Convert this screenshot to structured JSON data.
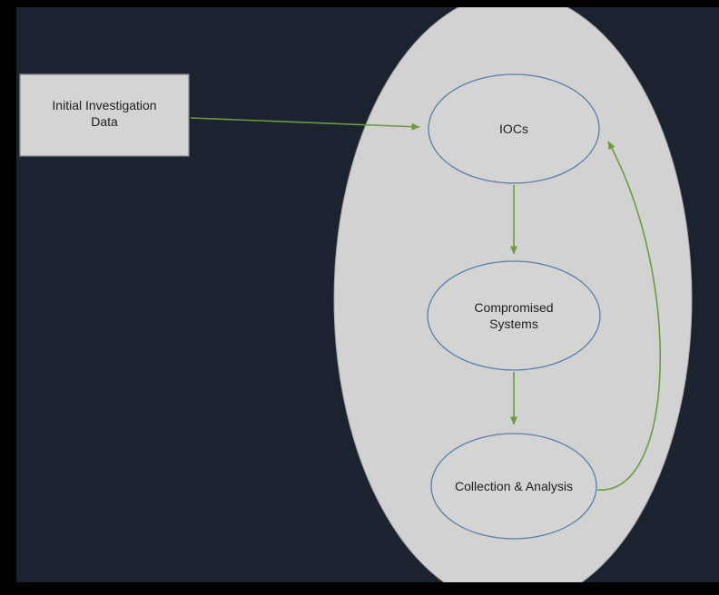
{
  "diagram": {
    "external_node": {
      "name": "initial-investigation-data",
      "line1": "Initial Investigation",
      "line2": "Data"
    },
    "nodes": {
      "iocs": {
        "label": "IOCs"
      },
      "compromised": {
        "line1": "Compromised",
        "line2": "Systems"
      },
      "collection": {
        "label": "Collection & Analysis"
      }
    },
    "edges": [
      {
        "name": "initial-data-to-iocs"
      },
      {
        "name": "iocs-to-compromised-systems"
      },
      {
        "name": "compromised-systems-to-collection-analysis"
      },
      {
        "name": "collection-analysis-to-iocs-feedback"
      }
    ],
    "colors": {
      "frame": "#000000",
      "background": "#1b2330",
      "container_fill": "#d2d2d2",
      "container_stroke": "#a6a6a6",
      "node_fill": "#d4d4d4",
      "node_stroke": "#5b7ea6",
      "rect_stroke": "#8a8a8a",
      "arrow": "#6e9b3f",
      "text": "#1f1f1f"
    }
  }
}
